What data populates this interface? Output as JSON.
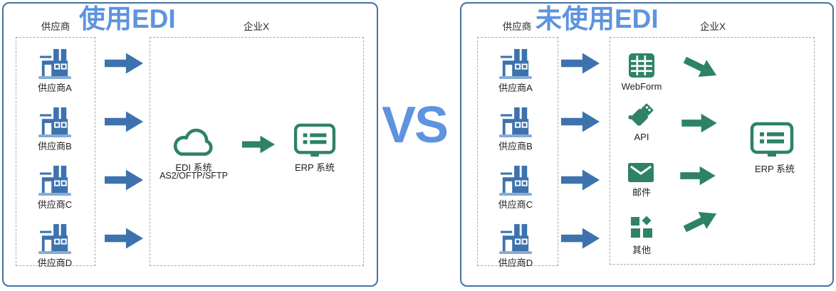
{
  "vs_label": "VS",
  "colors": {
    "title_blue": "#5E93DF",
    "supplier_blue": "#3D72AE",
    "supplier_base_blue": "#87ABD3",
    "enterprise_green": "#2E8266",
    "panel_border_blue": "#44719F",
    "dashed_box_gray": "#a9a9a9"
  },
  "left_panel": {
    "title": "使用EDI",
    "supplier_group": {
      "label": "供应商",
      "suppliers": [
        {
          "label": "供应商A",
          "icon": "factory-icon"
        },
        {
          "label": "供应商B",
          "icon": "factory-icon"
        },
        {
          "label": "供应商C",
          "icon": "factory-icon"
        },
        {
          "label": "供应商D",
          "icon": "factory-icon"
        }
      ]
    },
    "enterprise_group": {
      "label": "企业X",
      "edi_system": {
        "name": "EDI 系统",
        "protocols": "AS2/OFTP/SFTP",
        "icon": "cloud-icon"
      },
      "erp_label": "ERP 系统",
      "erp_icon": "monitor-icon"
    }
  },
  "right_panel": {
    "title": "未使用EDI",
    "supplier_group": {
      "label": "供应商",
      "suppliers": [
        {
          "label": "供应商A",
          "icon": "factory-icon"
        },
        {
          "label": "供应商B",
          "icon": "factory-icon"
        },
        {
          "label": "供应商C",
          "icon": "factory-icon"
        },
        {
          "label": "供应商D",
          "icon": "factory-icon"
        }
      ]
    },
    "enterprise_group": {
      "label": "企业X",
      "channels": [
        {
          "label": "WebForm",
          "icon": "webform-table-icon"
        },
        {
          "label": "API",
          "icon": "usb-plug-icon"
        },
        {
          "label": "邮件",
          "icon": "envelope-icon"
        },
        {
          "label": "其他",
          "icon": "shapes-icon"
        }
      ],
      "erp_label": "ERP 系统",
      "erp_icon": "monitor-icon"
    }
  }
}
